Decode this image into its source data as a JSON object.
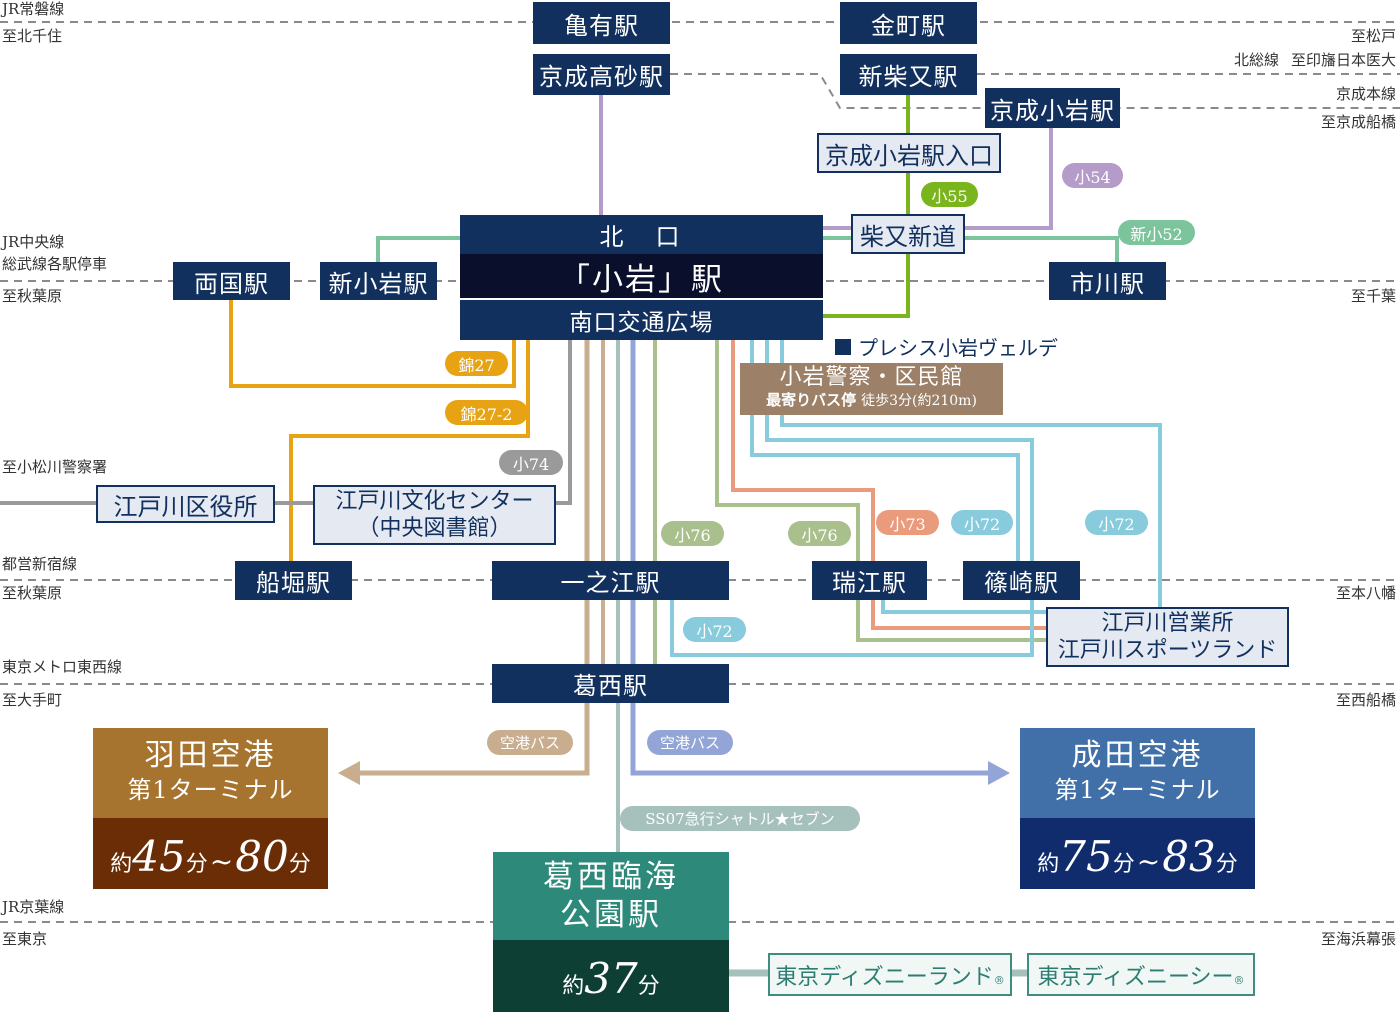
{
  "colors": {
    "navy": "#12305e",
    "hub": "#0a0f2c",
    "light_box": "#e4e9f2",
    "police_box": "#9c8067",
    "purple": "#b59bc9",
    "green": "#7ab51d",
    "green_light": "#7cc49c",
    "gold": "#e8a314",
    "gray": "#9a9a9a",
    "tan": "#c8ae8f",
    "blue": "#93a5d6",
    "teal_gray": "#a6c1bb",
    "sage": "#a9c08d",
    "salmon": "#e99b7c",
    "light_blue": "#88cbdc",
    "haneda_top": "#a6742f",
    "haneda_bottom": "#6a2d05",
    "narita_top": "#4170a9",
    "narita_bottom": "#102c6d",
    "rinkai_top": "#2d8a7b",
    "rinkai_bottom": "#0e3f34"
  },
  "rail_lines": {
    "joban": {
      "name": "JR常磐線",
      "toward_west": "至北千住",
      "toward_east": "至松戸"
    },
    "keisei_main": {
      "name": "京成本線",
      "toward_east": "至京成船橋"
    },
    "hokuso": {
      "name": "北総線",
      "toward_east": "至印旛日本医大"
    },
    "chuo_sobu": {
      "name": "JR中央線",
      "name_sub": "総武線各駅停車",
      "toward_west": "至秋葉原",
      "toward_east": "至千葉"
    },
    "shinjuku": {
      "name": "都営新宿線",
      "toward_west": "至秋葉原",
      "toward_east": "至本八幡"
    },
    "tozai": {
      "name": "東京メトロ東西線",
      "toward_west": "至大手町",
      "toward_east": "至西船橋"
    },
    "keiyo": {
      "name": "JR京葉線",
      "toward_west": "至東京",
      "toward_east": "至海浜幕張"
    }
  },
  "komatsugawa_direction": "至小松川警察署",
  "stations": {
    "kameari": "亀有駅",
    "kanamachi": "金町駅",
    "keisei_takasago": "京成高砂駅",
    "shin_shibamata": "新柴又駅",
    "keisei_koiwa": "京成小岩駅",
    "ryogoku": "両国駅",
    "shin_koiwa": "新小岩駅",
    "ichikawa": "市川駅",
    "funabori": "船堀駅",
    "ichinoe": "一之江駅",
    "mizue": "瑞江駅",
    "shinozaki": "篠崎駅",
    "kasai": "葛西駅"
  },
  "hub": {
    "north": "北　口",
    "name": "「小岩」駅",
    "south": "南口交通広場"
  },
  "bus_stops": {
    "keisei_koiwa_iriguchi": "京成小岩駅入口",
    "shibamata_shindo": "柴又新道",
    "edogawa_kuyakusho": "江戸川区役所",
    "bunka_center_line1": "江戸川文化センター",
    "bunka_center_line2": "（中央図書館）",
    "eigyosho_line1": "江戸川営業所",
    "eigyosho_line2": "江戸川スポーツランド"
  },
  "police_box": {
    "title": "小岩警察・区民館",
    "sub_bold": "最寄りバス停",
    "sub": "徒歩3分(約210m)"
  },
  "property": {
    "name": "プレシス小岩ヴェルデ"
  },
  "bus_labels": {
    "ko55": "小55",
    "ko54": "小54",
    "shinko52": "新小52",
    "nishiki27": "錦27",
    "nishiki27_2": "錦27-2",
    "ko74": "小74",
    "ko76": "小76",
    "ko73": "小73",
    "ko72": "小72",
    "airport_bus": "空港バス",
    "ss07": "SS07急行シャトル★セブン"
  },
  "airports": {
    "haneda": {
      "name": "羽田空港",
      "terminal": "第1ターミナル",
      "approx": "約",
      "min_time": "45",
      "unit": "分",
      "range_sep": "~",
      "max_time": "80"
    },
    "narita": {
      "name": "成田空港",
      "terminal": "第1ターミナル",
      "approx": "約",
      "min_time": "75",
      "unit": "分",
      "range_sep": "~",
      "max_time": "83"
    }
  },
  "kasai_rinkai": {
    "name_line1": "葛西臨海",
    "name_line2": "公園駅",
    "approx": "約",
    "time": "37",
    "unit": "分"
  },
  "disney": {
    "land": "東京ディズニーランド",
    "sea": "東京ディズニーシー",
    "registered": "®"
  }
}
